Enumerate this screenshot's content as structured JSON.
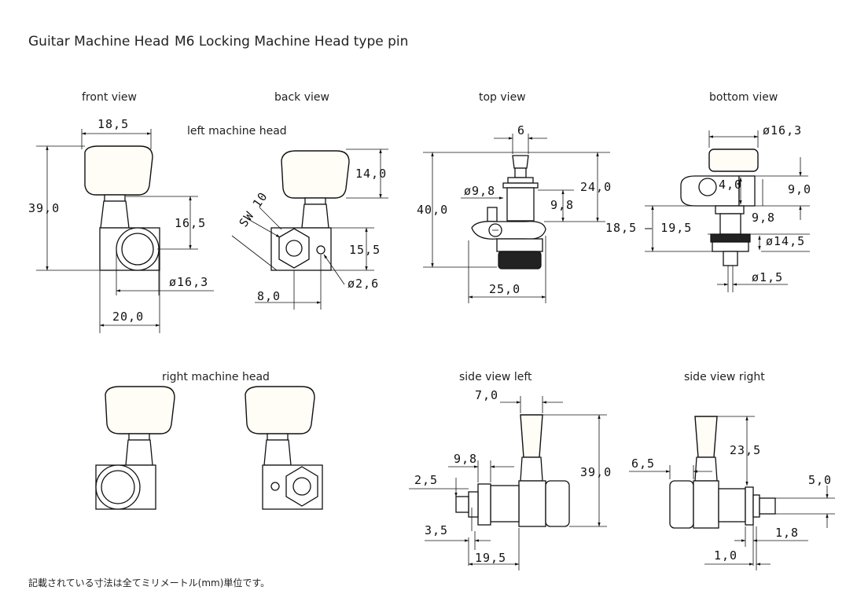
{
  "title": {
    "main": "Guitar Machine Head",
    "subtitle": "M6 Locking Machine Head type pin"
  },
  "views": {
    "front": "front view",
    "back": "back view",
    "top": "top view",
    "bottom": "bottom view",
    "left_head": "left machine head",
    "right_head": "right machine head",
    "side_left": "side view left",
    "side_right": "side view right"
  },
  "dimensions": {
    "front": {
      "width_top": "18,5",
      "height": "39,0",
      "post": "16,5",
      "bushing": "ø16,3",
      "width": "20,0"
    },
    "back": {
      "knob_h": "14,0",
      "wrench": "SW 10",
      "hole": "15,5",
      "offset": "8,0",
      "pin": "ø2,6"
    },
    "top": {
      "tip": "6",
      "washer": "ø9,8",
      "h_total": "40,0",
      "upper": "24,0",
      "mid": "9,8",
      "range": "18,5 – 19,5",
      "width": "25,0"
    },
    "bottom": {
      "knob": "ø16,3",
      "d1": "4,0",
      "d2": "9,0",
      "d3": "9,8",
      "flange": "ø14,5",
      "pin": "ø1,5"
    },
    "side_left": {
      "top": "7,0",
      "a": "9,8",
      "b": "2,5",
      "h": "39,0",
      "c": "3,5",
      "d": "19,5"
    },
    "side_right": {
      "a": "6,5",
      "h": "23,5",
      "b": "5,0",
      "c": "1,8",
      "d": "1,0"
    }
  },
  "footnote": "記載されている寸法は全てミリメートル(mm)単位です。"
}
